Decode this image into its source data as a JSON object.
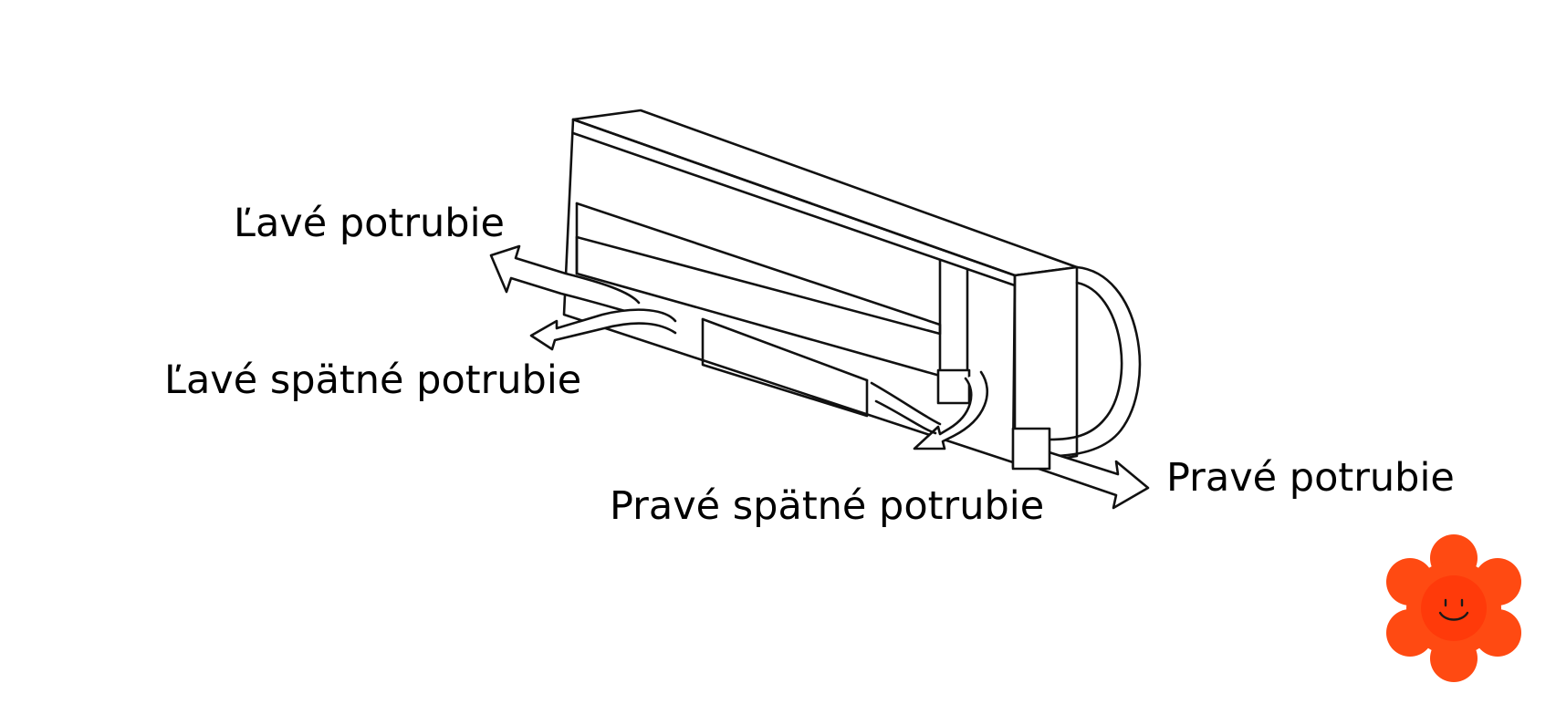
{
  "labels": {
    "left_pipe": "Ľavé potrubie",
    "left_return_pipe": "Ľavé spätné potrubie",
    "right_return_pipe": "Pravé spätné potrubie",
    "right_pipe": "Pravé potrubie"
  },
  "colors": {
    "line": "#111111",
    "mascot_petal": "#ff4a12",
    "mascot_center": "#ff3a0a",
    "mascot_face": "#1a1a1a"
  },
  "icons": {
    "mascot": "flower-smiley-icon"
  }
}
